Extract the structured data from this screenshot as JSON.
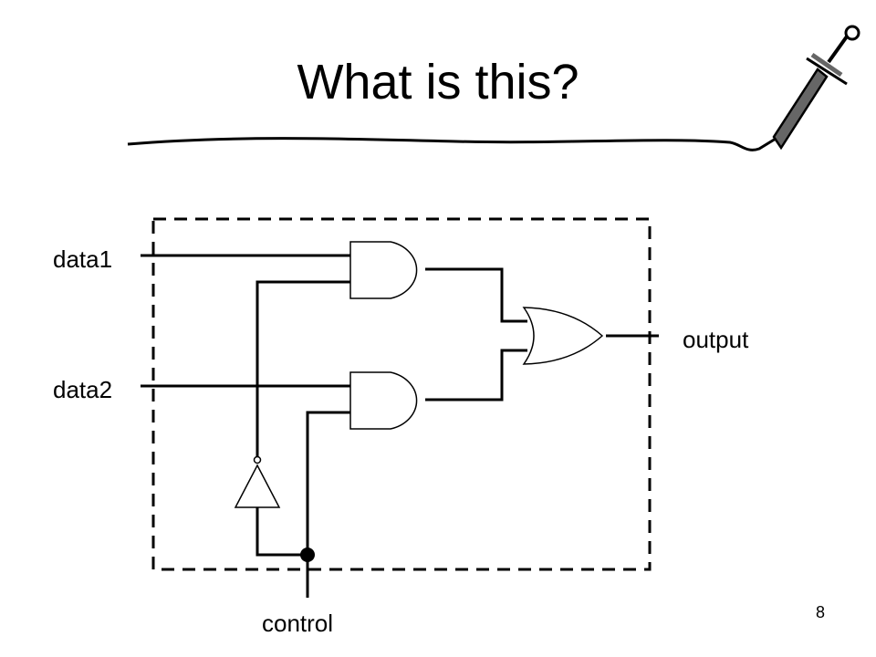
{
  "slide": {
    "title": "What is this?",
    "page_number": "8"
  },
  "diagram": {
    "inputs": [
      "data1",
      "data2"
    ],
    "control_label": "control",
    "output_label": "output",
    "colors": {
      "stroke": "#000000",
      "background": "#ffffff",
      "decor_fill": "#666666"
    }
  }
}
